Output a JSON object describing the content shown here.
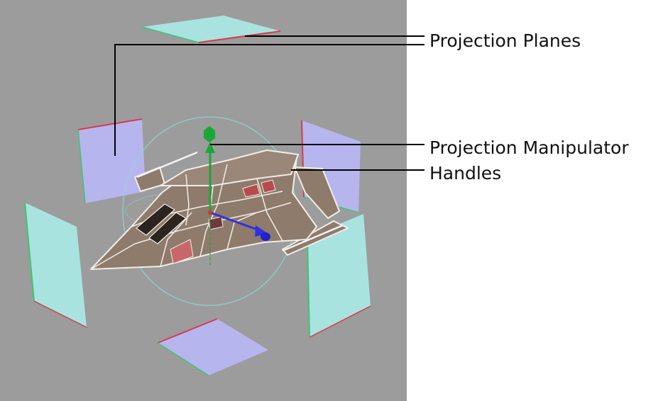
{
  "colors": {
    "viewport_bg": "#9c9c9c",
    "plane_cyan": "#a9e3df",
    "plane_lavender": "#b7b5ee",
    "edge_red": "#d83a4c",
    "edge_green": "#38c874",
    "ship_body": "#8e7b6c",
    "wireframe": "#f1ede6",
    "handle_green": "#18a838",
    "handle_blue": "#2f2fe0",
    "handle_red": "#d83030",
    "callout_line": "#000000"
  },
  "callouts": {
    "projection_planes": "Projection Planes",
    "projection_manipulator": "Projection Manipulator",
    "handles": "Handles"
  }
}
